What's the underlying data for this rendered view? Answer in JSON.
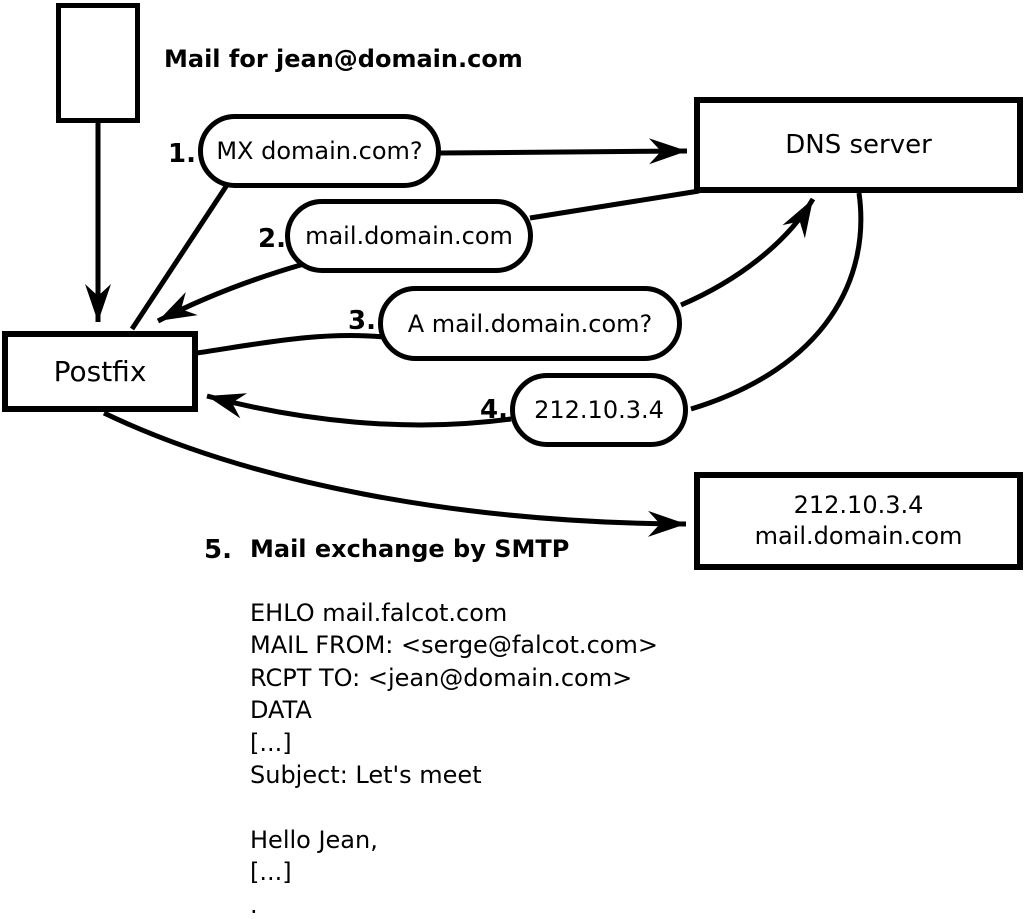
{
  "colors": {
    "ink": "#000000",
    "background": "#ffffff"
  },
  "diagram": {
    "mail_label": "Mail for jean@domain.com",
    "nodes": {
      "dns": "DNS server",
      "postfix": "Postfix",
      "mail_server": [
        "212.10.3.4",
        "mail.domain.com"
      ]
    },
    "steps": [
      {
        "num": "1.",
        "label": "MX domain.com?"
      },
      {
        "num": "2.",
        "label": "mail.domain.com"
      },
      {
        "num": "3.",
        "label": "A mail.domain.com?"
      },
      {
        "num": "4.",
        "label": "212.10.3.4"
      },
      {
        "num": "5.",
        "label": "Mail exchange by SMTP"
      }
    ],
    "smtp_session": [
      "EHLO mail.falcot.com",
      "MAIL FROM: <serge@falcot.com>",
      "RCPT TO: <jean@domain.com>",
      "DATA",
      "[...]",
      "Subject: Let's meet",
      "",
      "Hello Jean,",
      "[...]",
      "."
    ]
  }
}
